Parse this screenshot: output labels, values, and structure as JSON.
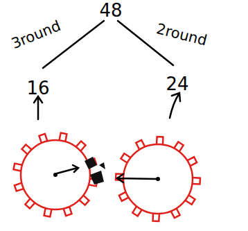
{
  "diagram": {
    "labels": [
      "48",
      "3round",
      "2round",
      "16",
      "24"
    ]
  }
}
